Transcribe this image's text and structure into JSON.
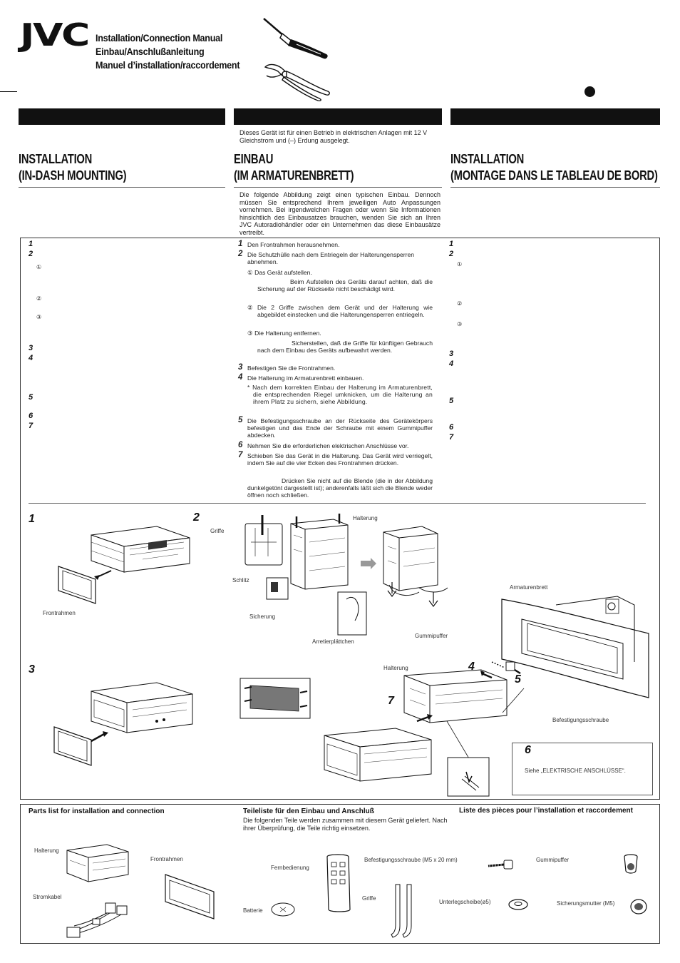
{
  "header": {
    "brand": "JVC",
    "title_en": "Installation/Connection Manual",
    "title_de": "Einbau/Anschlußanleitung",
    "title_fr": "Manuel d’installation/raccordement"
  },
  "de_intro": "Dieses Gerät ist für einen Betrieb in elektrischen Anlagen mit 12 V Gleichstrom und (–) Erdung ausgelegt.",
  "headings": {
    "en": [
      "INSTALLATION",
      "(IN-DASH MOUNTING)"
    ],
    "de": [
      "EINBAU",
      "(IM ARMATURENBRETT)"
    ],
    "fr": [
      "INSTALLATION",
      "(MONTAGE DANS LE TABLEAU DE BORD)"
    ]
  },
  "de_typical": "Die folgende Abbildung zeigt einen typischen Einbau. Dennoch müssen Sie entsprechend Ihrem jeweiligen Auto Anpassungen vornehmen. Bei irgendwelchen Fragen oder wenn Sie Informationen hinsichtlich des Einbausatzes brauchen, wenden Sie sich an Ihren JVC Autoradiohändler oder ein Unternehmen das diese Einbausätze vertreibt.",
  "step_numbers": {
    "s1": "1",
    "s2": "2",
    "s3": "3",
    "s4": "4",
    "s5": "5",
    "s6": "6",
    "s7": "7",
    "c1": "①",
    "c2": "②",
    "c3": "③"
  },
  "de_steps": {
    "s1": "Den Frontrahmen herausnehmen.",
    "s2": "Die Schutzhülle nach dem Entriegeln der Halterungensperren abnehmen.",
    "s2a": "Das Gerät aufstellen.",
    "s2a_note": "Beim Aufstellen des Geräts darauf achten, daß die Sicherung auf der Rückseite nicht beschädigt wird.",
    "s2b": "Die 2 Griffe zwischen dem Gerät und der Halterung wie abgebildet einstecken und die Halterungensperren entriegeln.",
    "s2c": "Die Halterung entfernen.",
    "s2c_note": "Sicherstellen, daß die Griffe für künftigen Gebrauch nach dem Einbau des Geräts aufbewahrt werden.",
    "s3": "Befestigen Sie die Frontrahmen.",
    "s4": "Die Halterung im Armaturenbrett einbauen.",
    "s4_note": "* Nach dem korrekten Einbau der Halterung im Armaturenbrett, die entsprechenden Riegel umknicken, um die Halterung an ihrem Platz zu sichern, siehe Abbildung.",
    "s5": "Die Befestigungsschraube an der Rückseite des Gerätekörpers befestigen und das Ende der Schraube mit einem Gummipuffer abdecken.",
    "s6": "Nehmen Sie die erforderlichen elektrischen Anschlüsse vor.",
    "s7": "Schieben Sie das Gerät in die Halterung. Das Gerät wird verriegelt, indem Sie auf die vier Ecken des Frontrahmen drücken.",
    "s7_note": "Drücken Sie nicht auf die Blende (die in der Abbildung dunkelgetönt dargestellt ist); anderenfalls läßt sich die Blende weder öffnen noch schließen."
  },
  "figure_labels": {
    "griffe": "Griffe",
    "schlitz": "Schlitz",
    "sicherung": "Sicherung",
    "halterung": "Halterung",
    "arretier": "Arretierplättchen",
    "frontrahmen": "Frontrahmen",
    "gummipuffer": "Gummipuffer",
    "armaturenbrett": "Armaturenbrett",
    "befestigungsschraube": "Befestigungsschraube",
    "siehe": "Siehe „ELEKTRISCHE ANSCHLÜSSE“."
  },
  "parts": {
    "en_title": "Parts list for installation and connection",
    "de_title": "Teileliste für den Einbau und Anschluß",
    "de_sub": "Die folgenden Teile werden zusammen mit diesem Gerät geliefert. Nach ihrer Überprüfung, die Teile richtig einsetzen.",
    "fr_title": "Liste des pièces pour l’installation et raccordement",
    "halterung": "Halterung",
    "frontrahmen": "Frontrahmen",
    "stromkabel": "Stromkabel",
    "fernbedienung": "Fernbedienung",
    "batterie": "Batterie",
    "griffe": "Griffe",
    "schraube": "Befestigungsschraube (M5 x 20 mm)",
    "unterleg": "Unterlegscheibe(ø5)",
    "gummipuffer": "Gummipuffer",
    "sicherungsmutter": "Sicherungsmutter (M5)"
  }
}
